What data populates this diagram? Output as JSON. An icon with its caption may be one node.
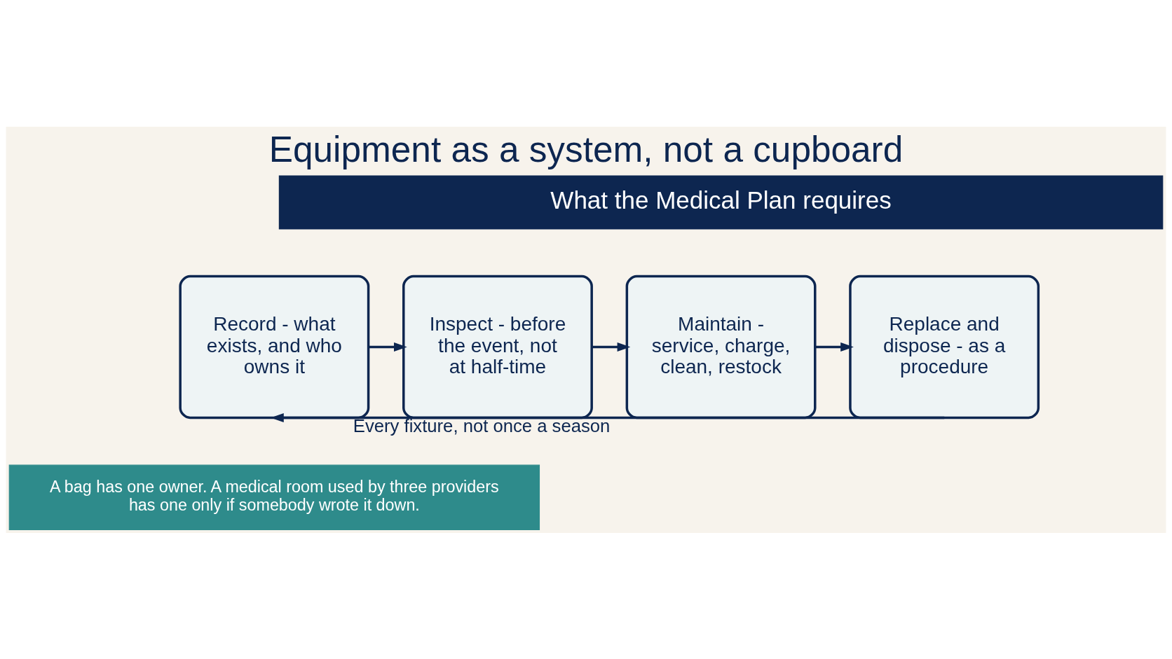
{
  "diagram": {
    "title": "Equipment as a system, not a cupboard",
    "nodes": [
      {
        "text": [
          "What the Medical Plan requires"
        ]
      },
      {
        "text": [
          "Record - what exists, and who owns it"
        ]
      },
      {
        "text": [
          "Inspect - before the event, not at half-time"
        ]
      },
      {
        "text": [
          "Maintain - service, charge, clean, restock"
        ]
      },
      {
        "text": [
          "Replace and dispose - as a procedure"
        ]
      },
      {
        "text": [
          "A bag has one owner. A medical room used by three providers has one only if somebody wrote it down."
        ]
      }
    ],
    "edges": [
      {
        "from": 1,
        "to": 2,
        "arrow": "to"
      },
      {
        "from": 2,
        "to": 3,
        "arrow": "to"
      },
      {
        "from": 3,
        "to": 4,
        "arrow": "to"
      },
      {
        "from": 4,
        "to": 1,
        "arrow": "to",
        "label": "Every fixture, not once a season"
      }
    ]
  }
}
